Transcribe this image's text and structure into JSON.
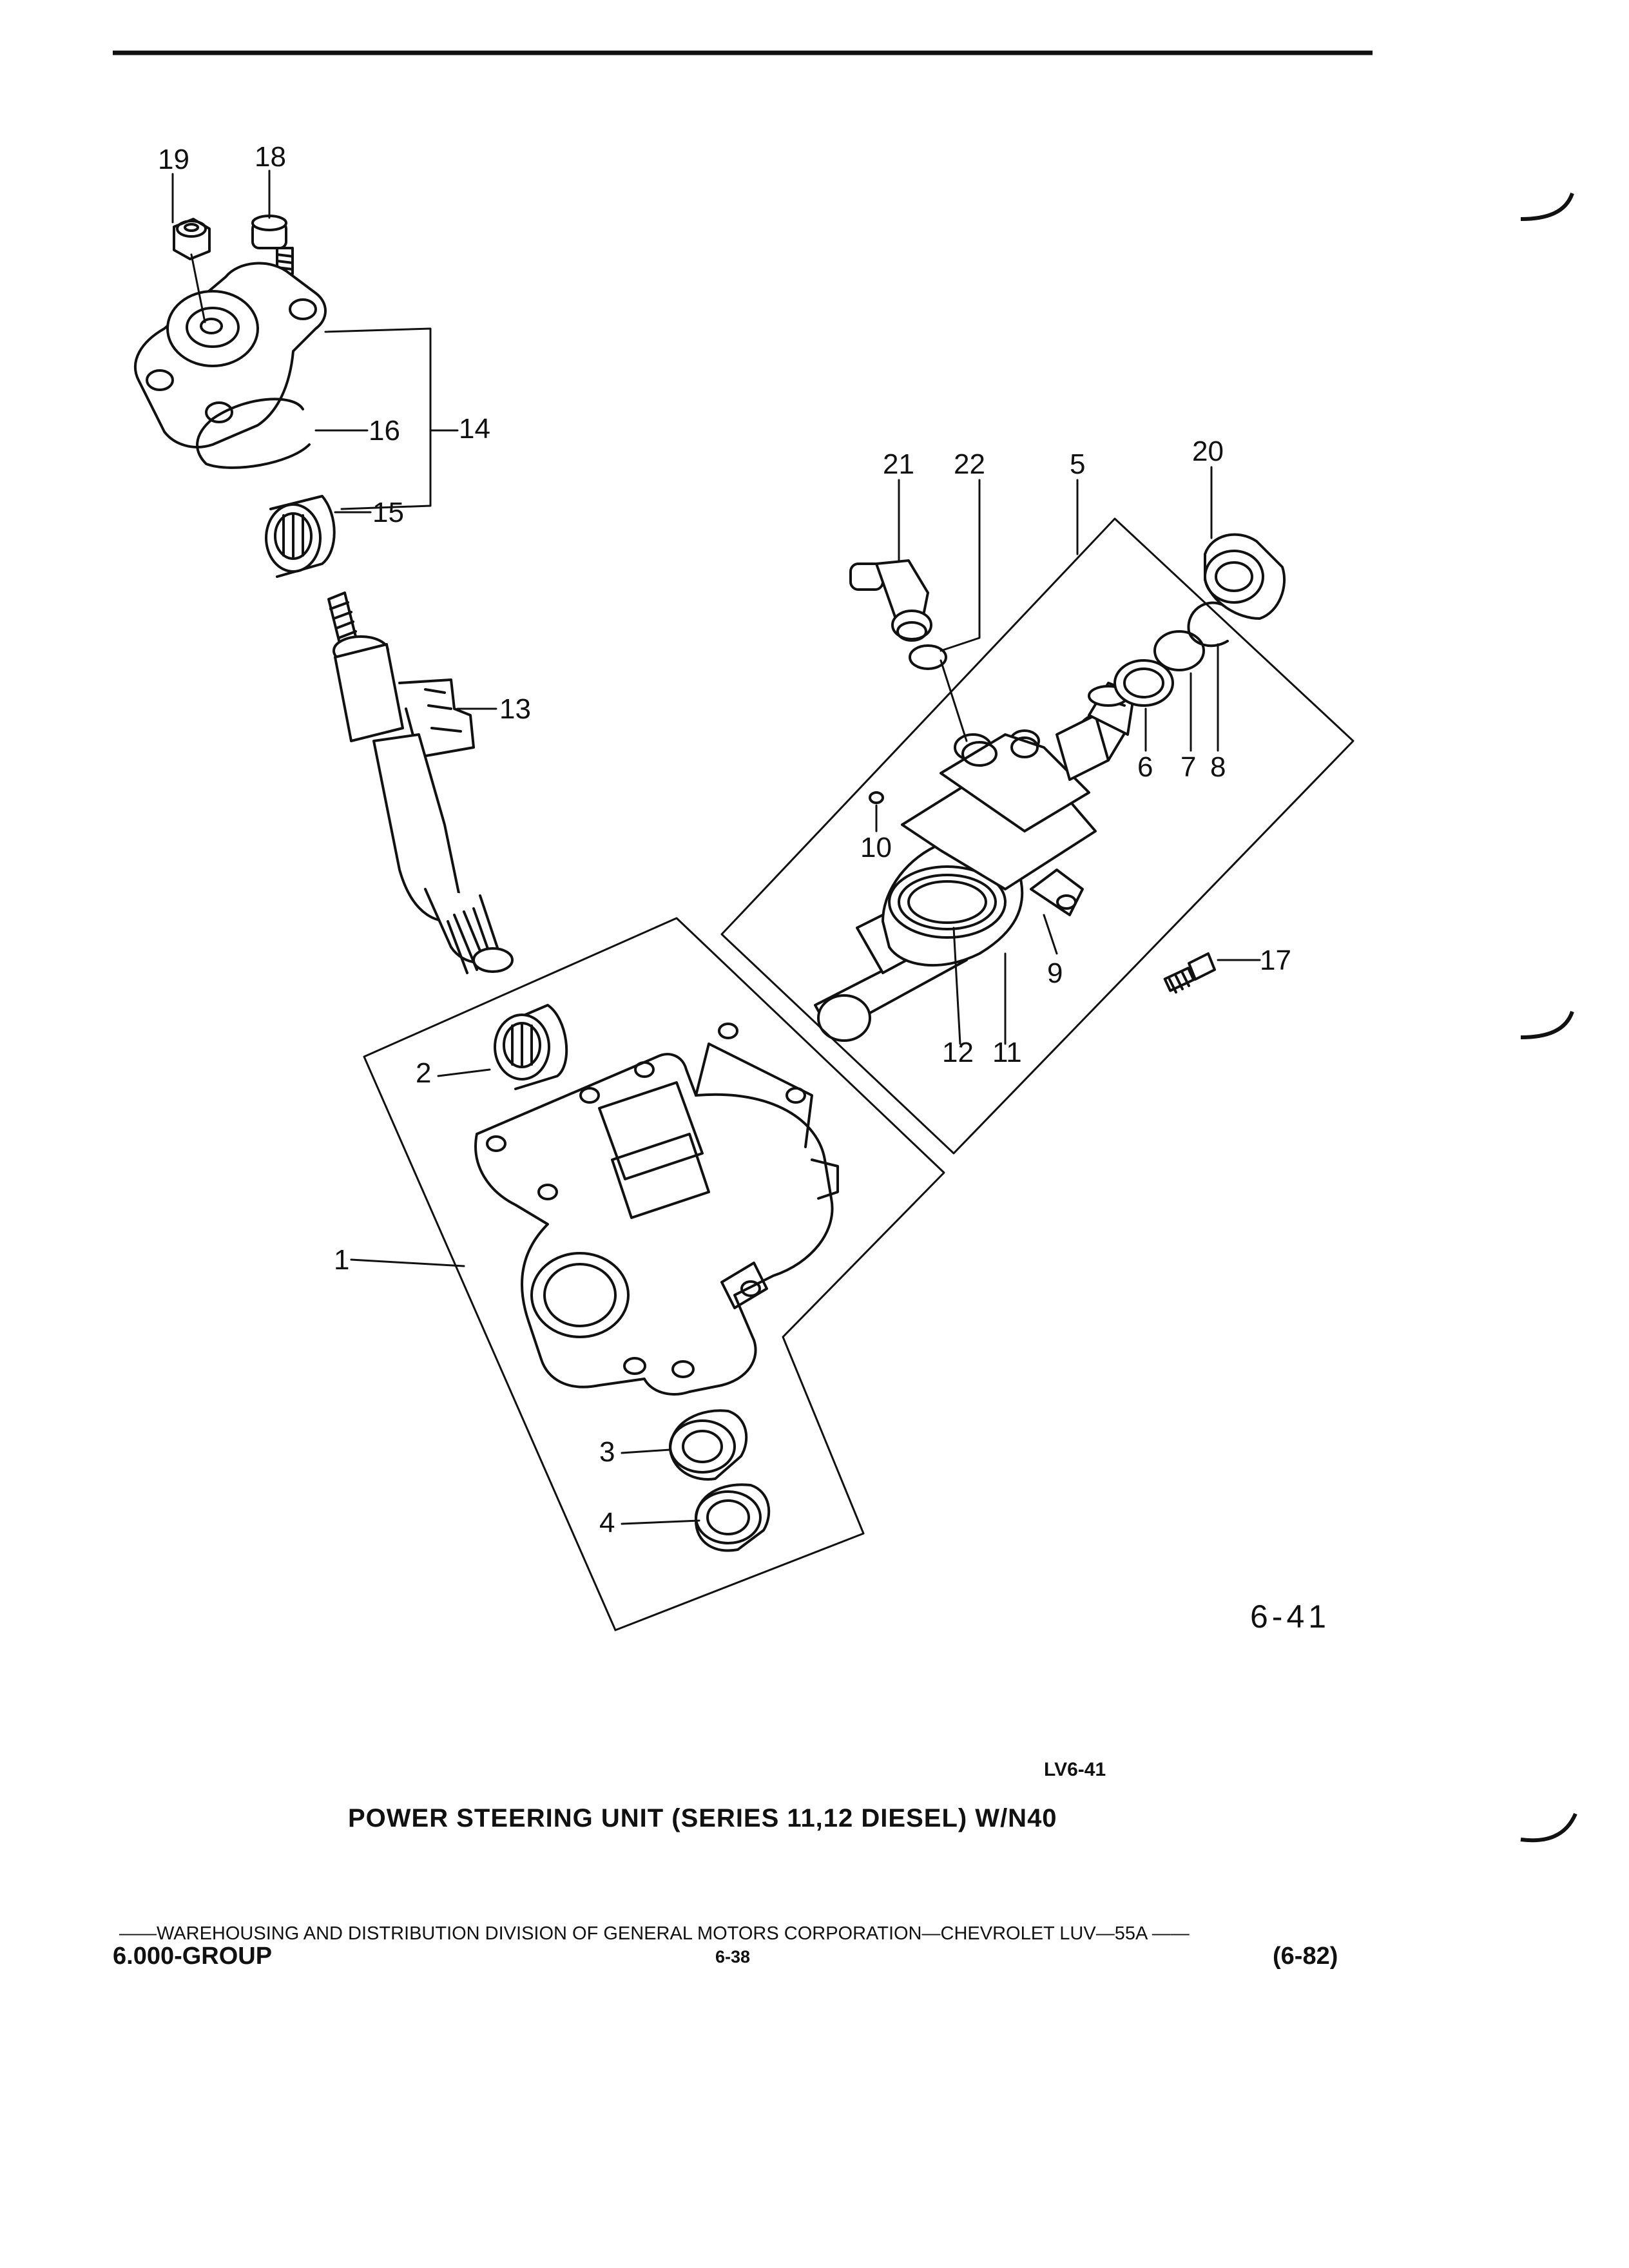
{
  "callouts": {
    "c1": "1",
    "c2": "2",
    "c3": "3",
    "c4": "4",
    "c5": "5",
    "c6": "6",
    "c7": "7",
    "c8": "8",
    "c9": "9",
    "c10": "10",
    "c11": "11",
    "c12": "12",
    "c13": "13",
    "c14": "14",
    "c15": "15",
    "c16": "16",
    "c17": "17",
    "c18": "18",
    "c19": "19",
    "c20": "20",
    "c21": "21",
    "c22": "22"
  },
  "figure_number": "6-41",
  "figure_code": "LV6-41",
  "title": "POWER STEERING UNIT (SERIES 11,12 DIESEL) W/N40",
  "footer": {
    "line": "——WAREHOUSING AND DISTRIBUTION DIVISION OF GENERAL MOTORS CORPORATION—CHEVROLET LUV—55A ——",
    "group": "6.000-GROUP",
    "page": "6-38",
    "date": "(6-82)"
  }
}
